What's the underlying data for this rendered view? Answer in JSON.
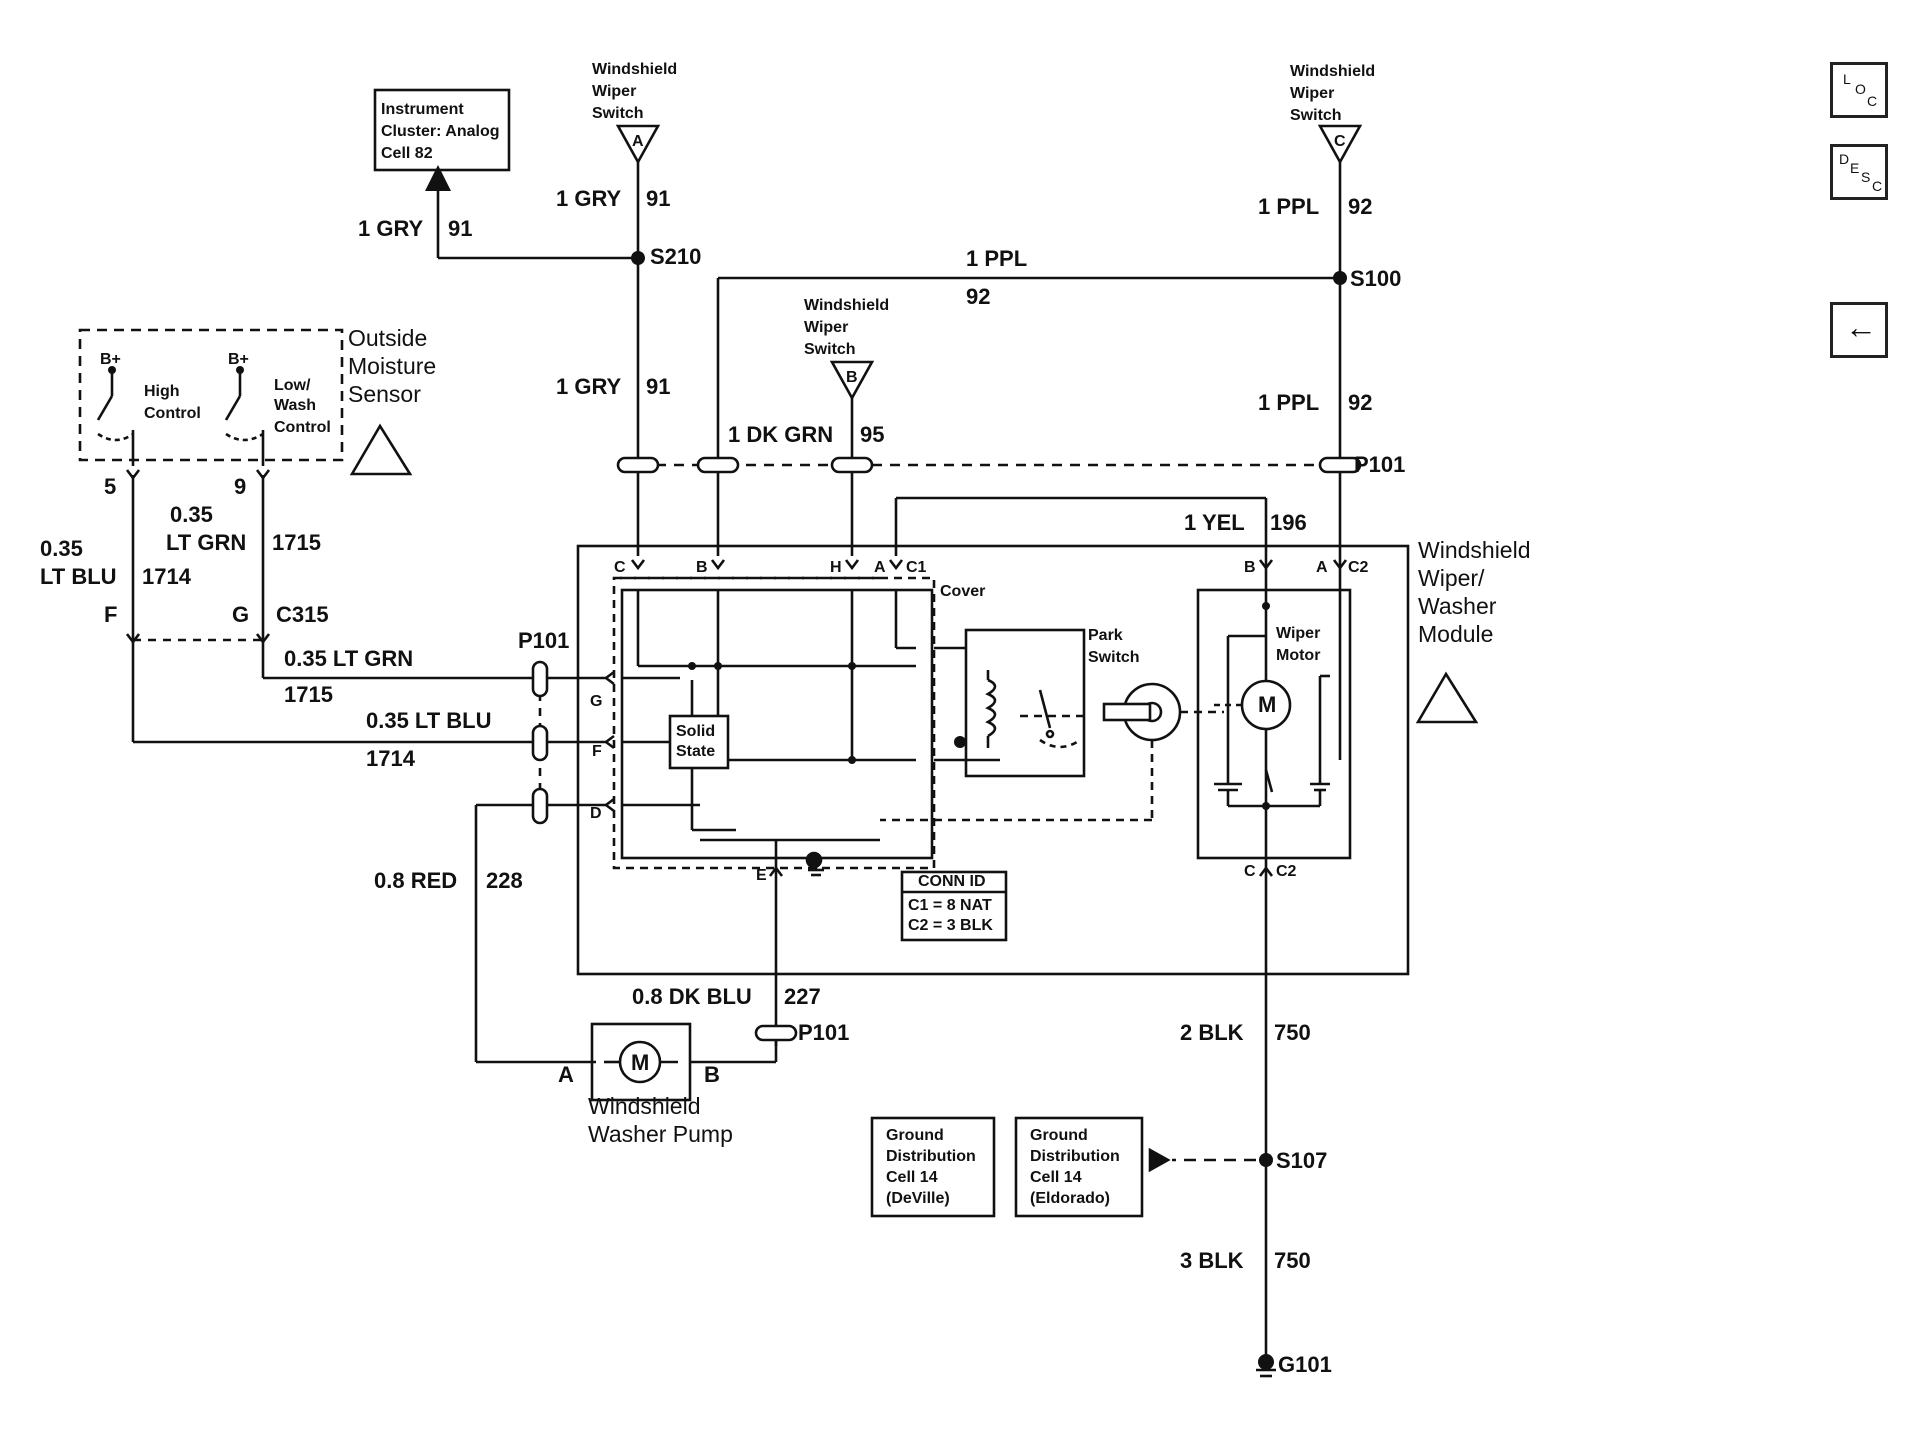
{
  "components": {
    "cluster": {
      "line1": "Instrument",
      "line2": "Cluster: Analog",
      "line3": "Cell 82"
    },
    "wiper_switch_a": {
      "line1": "Windshield",
      "line2": "Wiper",
      "line3": "Switch",
      "pin": "A"
    },
    "wiper_switch_b": {
      "line1": "Windshield",
      "line2": "Wiper",
      "line3": "Switch",
      "pin": "B"
    },
    "wiper_switch_c": {
      "line1": "Windshield",
      "line2": "Wiper",
      "line3": "Switch",
      "pin": "C"
    },
    "moisture_sensor": {
      "line1": "Outside",
      "line2": "Moisture",
      "line3": "Sensor",
      "bplus": "B+",
      "high1": "High",
      "high2": "Control",
      "low1": "Low/",
      "low2": "Wash",
      "low3": "Control",
      "pin5": "5",
      "pin9": "9"
    },
    "module": {
      "line1": "Windshield",
      "line2": "Wiper/",
      "line3": "Washer",
      "line4": "Module",
      "cover": "Cover",
      "solid1": "Solid",
      "solid2": "State",
      "park1": "Park",
      "park2": "Switch",
      "wiper1": "Wiper",
      "wiper2": "Motor",
      "motor": "M"
    },
    "pump": {
      "line1": "Windshield",
      "line2": "Washer Pump",
      "motor": "M",
      "pinA": "A",
      "pinB": "B"
    },
    "conn_id": {
      "title": "CONN ID",
      "c1": "C1 = 8 NAT",
      "c2": "C2 = 3 BLK"
    },
    "ground_deville": {
      "line1": "Ground",
      "line2": "Distribution",
      "line3": "Cell 14",
      "line4": "(DeVille)"
    },
    "ground_eldorado": {
      "line1": "Ground",
      "line2": "Distribution",
      "line3": "Cell 14",
      "line4": "(Eldorado)"
    }
  },
  "wires": {
    "gry_cluster": {
      "gauge_color": "1 GRY",
      "circuit": "91"
    },
    "gry_top": {
      "gauge_color": "1 GRY",
      "circuit": "91"
    },
    "gry_mid": {
      "gauge_color": "1 GRY",
      "circuit": "91"
    },
    "ppl_top": {
      "gauge_color": "1 PPL",
      "circuit": "92"
    },
    "ppl_h": {
      "gauge_color": "1 PPL",
      "circuit": "92"
    },
    "ppl_mid": {
      "gauge_color": "1 PPL",
      "circuit": "92"
    },
    "dkgrn": {
      "gauge_color": "1 DK GRN",
      "circuit": "95"
    },
    "yel": {
      "gauge_color": "1 YEL",
      "circuit": "196"
    },
    "ltgrn_v": {
      "size": "0.35",
      "color": "LT GRN",
      "circuit": "1715"
    },
    "ltblu_v": {
      "size": "0.35",
      "color": "LT BLU",
      "circuit": "1714"
    },
    "ltgrn_h": {
      "gauge_color": "0.35 LT GRN",
      "circuit": "1715"
    },
    "ltblu_h": {
      "gauge_color": "0.35 LT BLU",
      "circuit": "1714"
    },
    "red": {
      "gauge_color": "0.8 RED",
      "circuit": "228"
    },
    "dkblu": {
      "gauge_color": "0.8 DK BLU",
      "circuit": "227"
    },
    "blk2": {
      "gauge_color": "2 BLK",
      "circuit": "750"
    },
    "blk3": {
      "gauge_color": "3 BLK",
      "circuit": "750"
    }
  },
  "splices": {
    "s210": "S210",
    "s100": "S100",
    "s107": "S107",
    "g101": "G101"
  },
  "connectors": {
    "p101": "P101",
    "c315": "C315",
    "c1": "C1",
    "c2": "C2",
    "pin_f": "F",
    "pin_g": "G",
    "c1_pins": {
      "c": "C",
      "b": "B",
      "h": "H",
      "a": "A",
      "g": "G",
      "f": "F",
      "d": "D",
      "e": "E"
    },
    "c2_pins": {
      "b": "B",
      "a": "A",
      "c": "C"
    }
  },
  "nav": {
    "loc": {
      "a": "L",
      "b": "O",
      "c": "C"
    },
    "desc": {
      "a": "D",
      "b": "E",
      "c": "S",
      "d": "C"
    },
    "back": "←"
  }
}
